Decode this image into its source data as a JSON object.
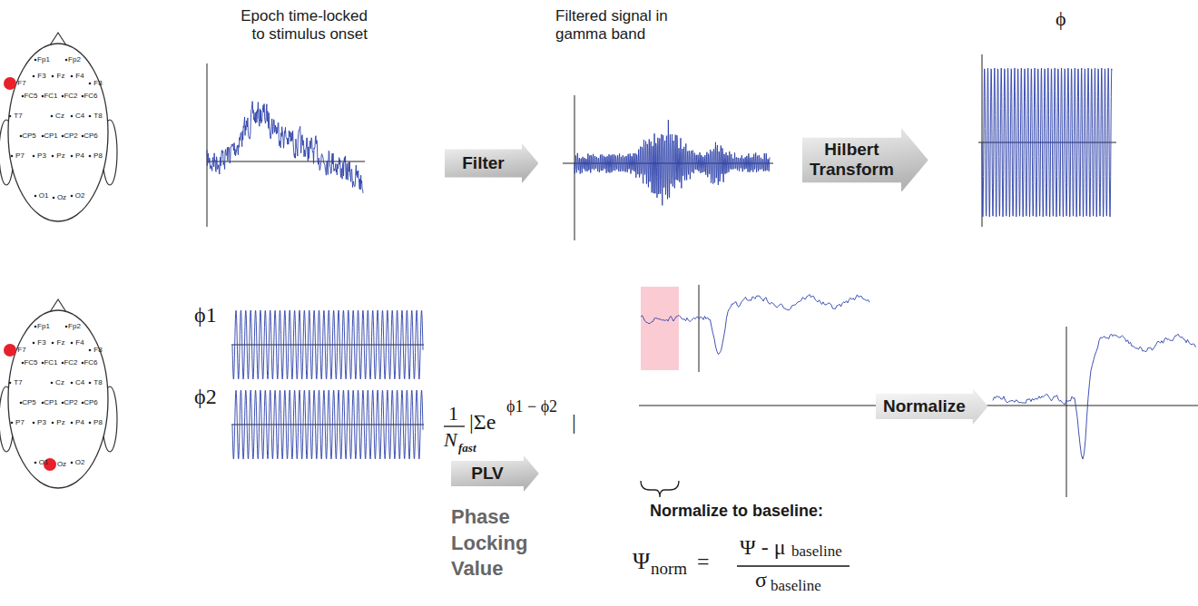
{
  "diagram": {
    "nodes": [
      {
        "text": [
          "Filter"
        ]
      },
      {
        "text": [
          "Hilbert Transform"
        ]
      },
      {
        "text": [
          "PLV"
        ]
      },
      {
        "text": [
          "Normalize"
        ]
      }
    ],
    "labels": [
      "Epoch time-locked to stimulus onset",
      "Filtered signal in gamma band",
      "ϕ",
      "Fp1",
      "Fp2",
      "F7",
      "F3",
      "Fz",
      "F4",
      "F8",
      "FC5",
      "FC1",
      "FC2",
      "FC6",
      "T7",
      "Cz",
      "C4",
      "T8",
      "CP5",
      "CP1",
      "CP2",
      "CP6",
      "P7",
      "P3",
      "Pz",
      "P4",
      "P8",
      "O1",
      "Oz",
      "O2",
      "Fp1",
      "Fp2",
      "F7",
      "F3",
      "Fz",
      "F4",
      "F8",
      "FC5",
      "FC1",
      "FC2",
      "FC6",
      "T7",
      "Cz",
      "C4",
      "T8",
      "CP5",
      "CP1",
      "CP2",
      "CP6",
      "P7",
      "P3",
      "Pz",
      "P4",
      "P8",
      "O1",
      "Oz",
      "O2",
      "ϕ1",
      "ϕ2",
      "1",
      "N",
      "fast",
      "|Σe",
      "ϕ1 − ϕ2",
      "|",
      "Phase Locking Value",
      "Normalize to baseline:",
      "Ψ",
      "norm",
      "=",
      "Ψ - μ",
      "baseline",
      "σ",
      "baseline"
    ]
  }
}
